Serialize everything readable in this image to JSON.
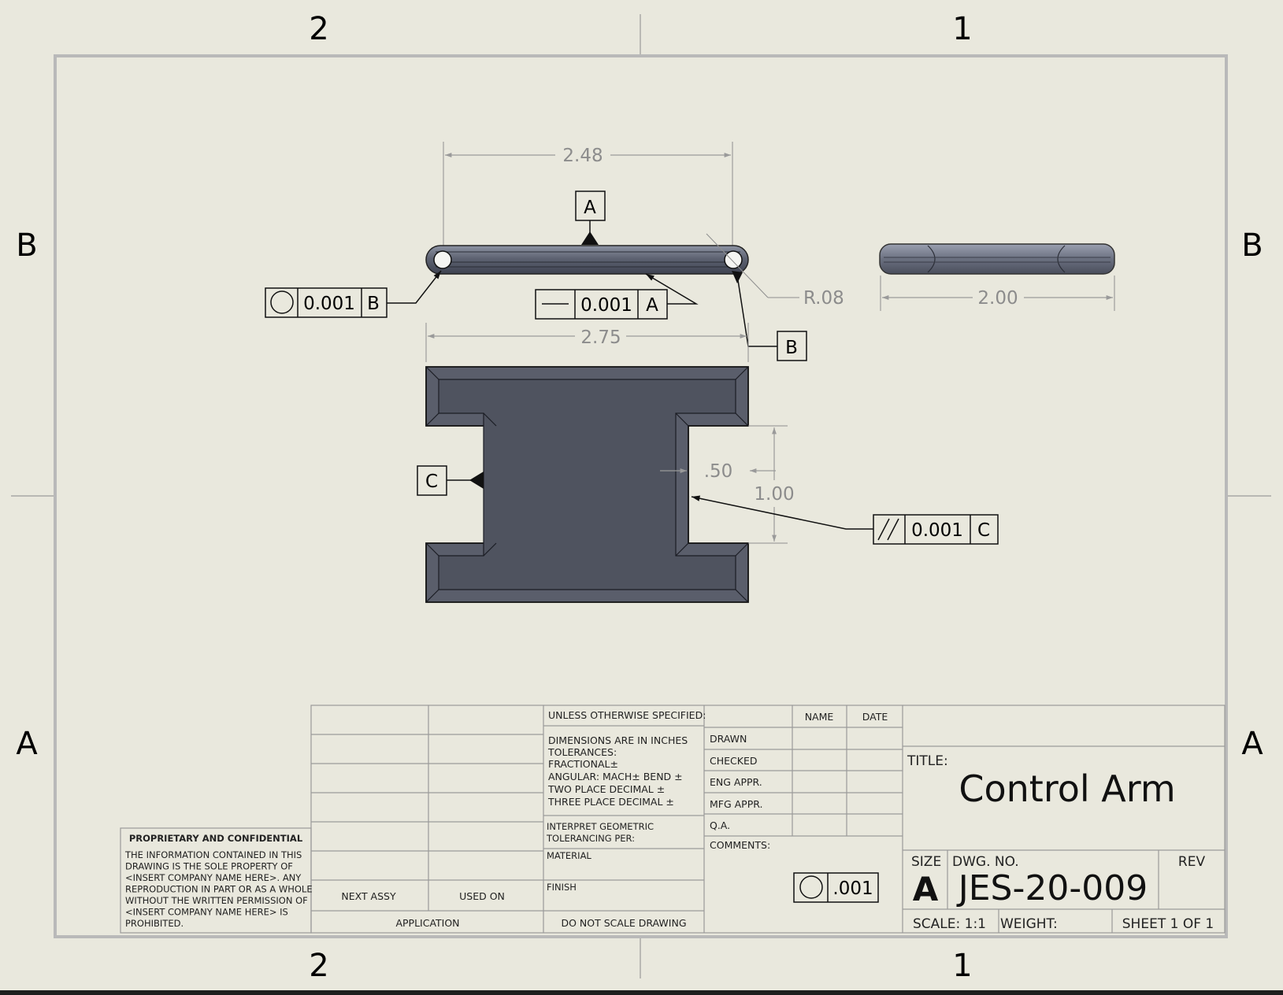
{
  "zones": {
    "columns": [
      "2",
      "1"
    ],
    "rows": [
      "B",
      "A"
    ]
  },
  "dimensions": {
    "top_length": "2.48",
    "radius": "R.08",
    "side_length": "2.00",
    "overall_length": "2.75",
    "slot_width": ".50",
    "slot_span": "1.00"
  },
  "datums": {
    "a": "A",
    "b": "B",
    "c": "C"
  },
  "frames": {
    "circularity": {
      "tolerance": "0.001",
      "datum": "B"
    },
    "straightness": {
      "tolerance": "0.001",
      "datum": "A"
    },
    "parallelism": {
      "tolerance": "0.001",
      "datum": "C"
    }
  },
  "title_block": {
    "proprietary": {
      "heading": "PROPRIETARY AND CONFIDENTIAL",
      "lines": [
        "THE INFORMATION CONTAINED IN THIS",
        "DRAWING IS THE SOLE PROPERTY OF",
        "<INSERT COMPANY NAME HERE>.  ANY",
        "REPRODUCTION IN PART OR AS A WHOLE",
        "WITHOUT THE WRITTEN PERMISSION OF",
        "<INSERT COMPANY NAME HERE> IS",
        "PROHIBITED."
      ]
    },
    "next_assy": "NEXT ASSY",
    "used_on": "USED ON",
    "application": "APPLICATION",
    "unless_specified": "UNLESS OTHERWISE SPECIFIED:",
    "tolerance_lines": [
      "DIMENSIONS ARE IN INCHES",
      "TOLERANCES:",
      "FRACTIONAL±",
      "ANGULAR: MACH±    BEND ±",
      "TWO PLACE DECIMAL    ±",
      "THREE PLACE DECIMAL   ±"
    ],
    "interpret": [
      "INTERPRET GEOMETRIC",
      "TOLERANCING PER:"
    ],
    "material": "MATERIAL",
    "finish": "FINISH",
    "do_not_scale": "DO NOT SCALE DRAWING",
    "name_header": "NAME",
    "date_header": "DATE",
    "approvals": [
      "DRAWN",
      "CHECKED",
      "ENG APPR.",
      "MFG APPR.",
      "Q.A."
    ],
    "comments": "COMMENTS:",
    "comment_frame_tolerance": ".001",
    "title_label": "TITLE:",
    "title": "Control Arm",
    "size_label": "SIZE",
    "size": "A",
    "dwg_no_label": "DWG.  NO.",
    "dwg_no": "JES-20-009",
    "rev_label": "REV",
    "scale": "SCALE: 1:1",
    "weight": "WEIGHT:",
    "sheet": "SHEET 1 OF 1"
  }
}
